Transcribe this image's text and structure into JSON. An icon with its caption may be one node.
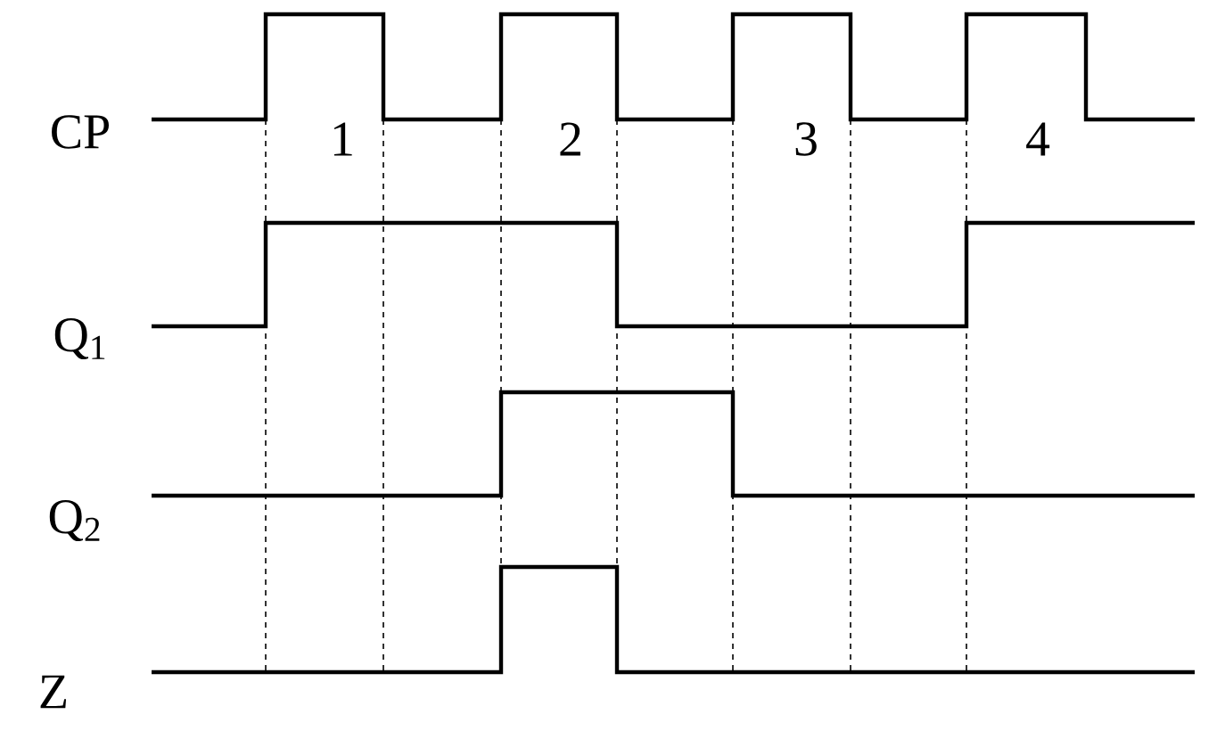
{
  "diagram": {
    "labels": [
      "CP",
      "1",
      "2",
      "3",
      "4",
      "Q$_{1}$",
      "Q$_{2}$",
      "Z"
    ]
  }
}
